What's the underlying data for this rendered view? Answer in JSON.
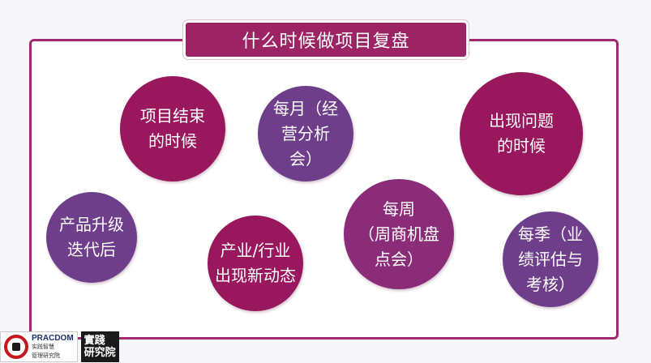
{
  "title": "什么时候做项目复盘",
  "circles": [
    {
      "label": "项目结束\n的时候"
    },
    {
      "label": "每月（经\n营分析\n会）"
    },
    {
      "label": "出现问题\n的时候"
    },
    {
      "label": "产品升级\n迭代后"
    },
    {
      "label": "产业/行业\n出现新动态"
    },
    {
      "label": "每周\n（周商机盘\n点会）"
    },
    {
      "label": "每季（业\n绩评估与\n考核）"
    }
  ],
  "logo": {
    "name": "PRACDOM",
    "sub1": "实践智慧",
    "sub2": "管理研究院",
    "dark_line1": "實踐",
    "dark_line2": "研究院"
  }
}
